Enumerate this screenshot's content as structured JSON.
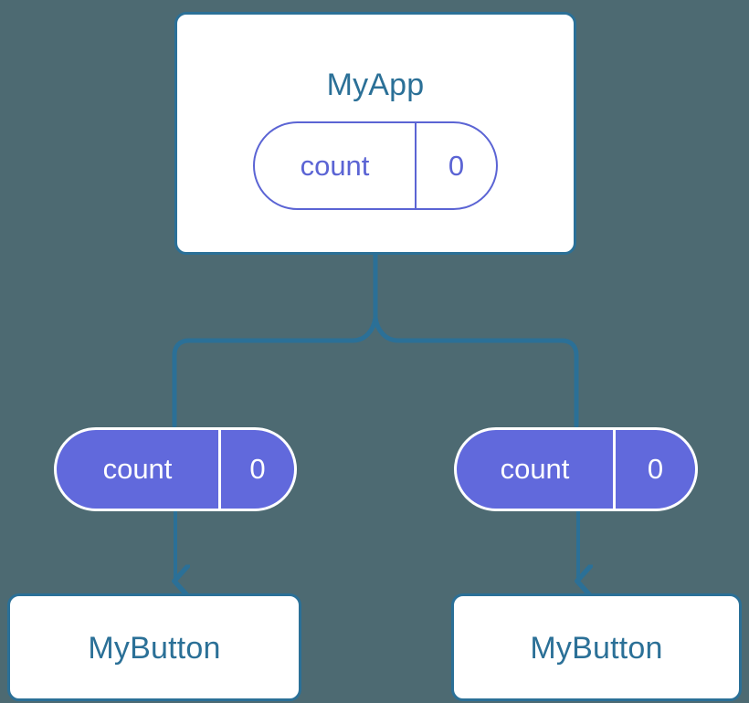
{
  "diagram": {
    "title": "Component state propagation tree",
    "background_color": "#4d6a72",
    "accent_color": "#2b7097",
    "state_color": "#6169dc"
  },
  "root": {
    "name": "MyApp",
    "state": {
      "key": "count",
      "value": "0"
    }
  },
  "children": [
    {
      "name": "MyButton",
      "state": {
        "key": "count",
        "value": "0"
      }
    },
    {
      "name": "MyButton",
      "state": {
        "key": "count",
        "value": "0"
      }
    }
  ],
  "edges": {
    "root_to_split_label": "",
    "split_to_child_left_label": "",
    "split_to_child_right_label": "",
    "arrow_head": "arrow-down"
  }
}
